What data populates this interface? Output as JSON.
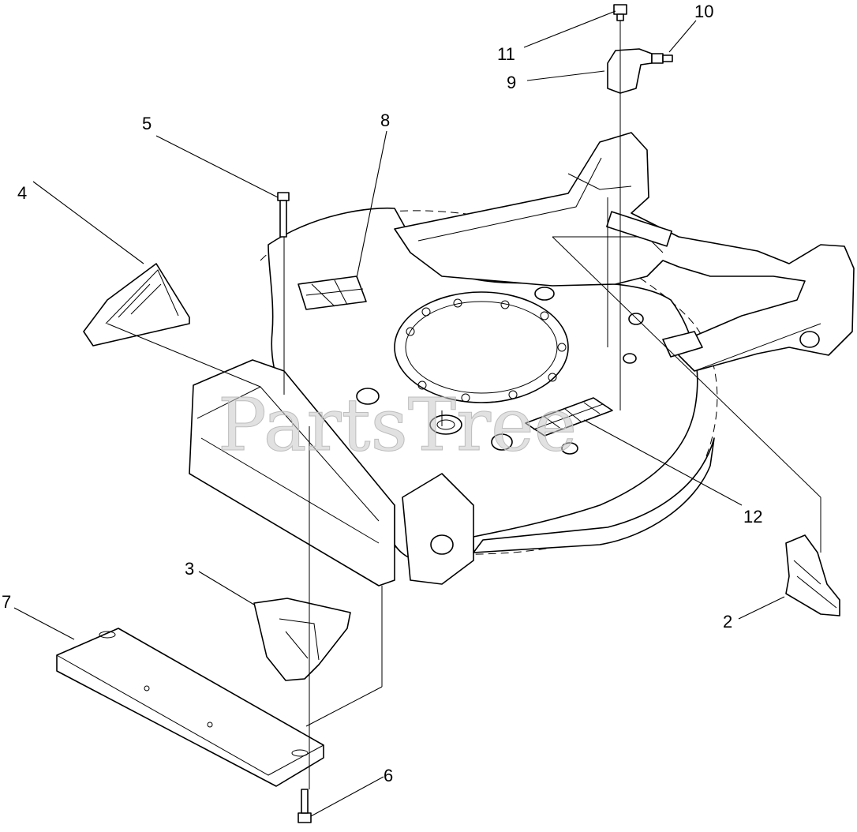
{
  "watermark": "PartsTree",
  "callouts": [
    {
      "id": "1",
      "label": "2"
    },
    {
      "id": "2",
      "label": "3"
    },
    {
      "id": "3",
      "label": "4"
    },
    {
      "id": "4",
      "label": "5"
    },
    {
      "id": "5",
      "label": "6"
    },
    {
      "id": "6",
      "label": "7"
    },
    {
      "id": "7",
      "label": "8"
    },
    {
      "id": "8",
      "label": "9"
    },
    {
      "id": "9",
      "label": "10"
    },
    {
      "id": "10",
      "label": "11"
    },
    {
      "id": "11",
      "label": "12"
    }
  ]
}
